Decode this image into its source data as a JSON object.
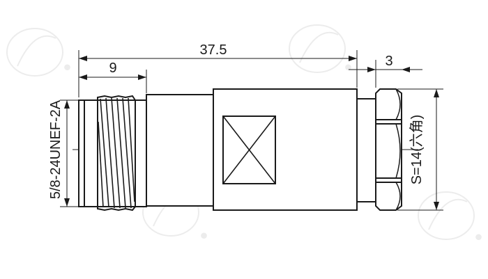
{
  "dimensions": {
    "overall_length": "37.5",
    "thread_length": "9",
    "hex_width": "3",
    "thread_spec": "5/8-24UNEF-2A",
    "hex_size": "S=14(六角)"
  },
  "watermark": {
    "symbol": "®"
  }
}
